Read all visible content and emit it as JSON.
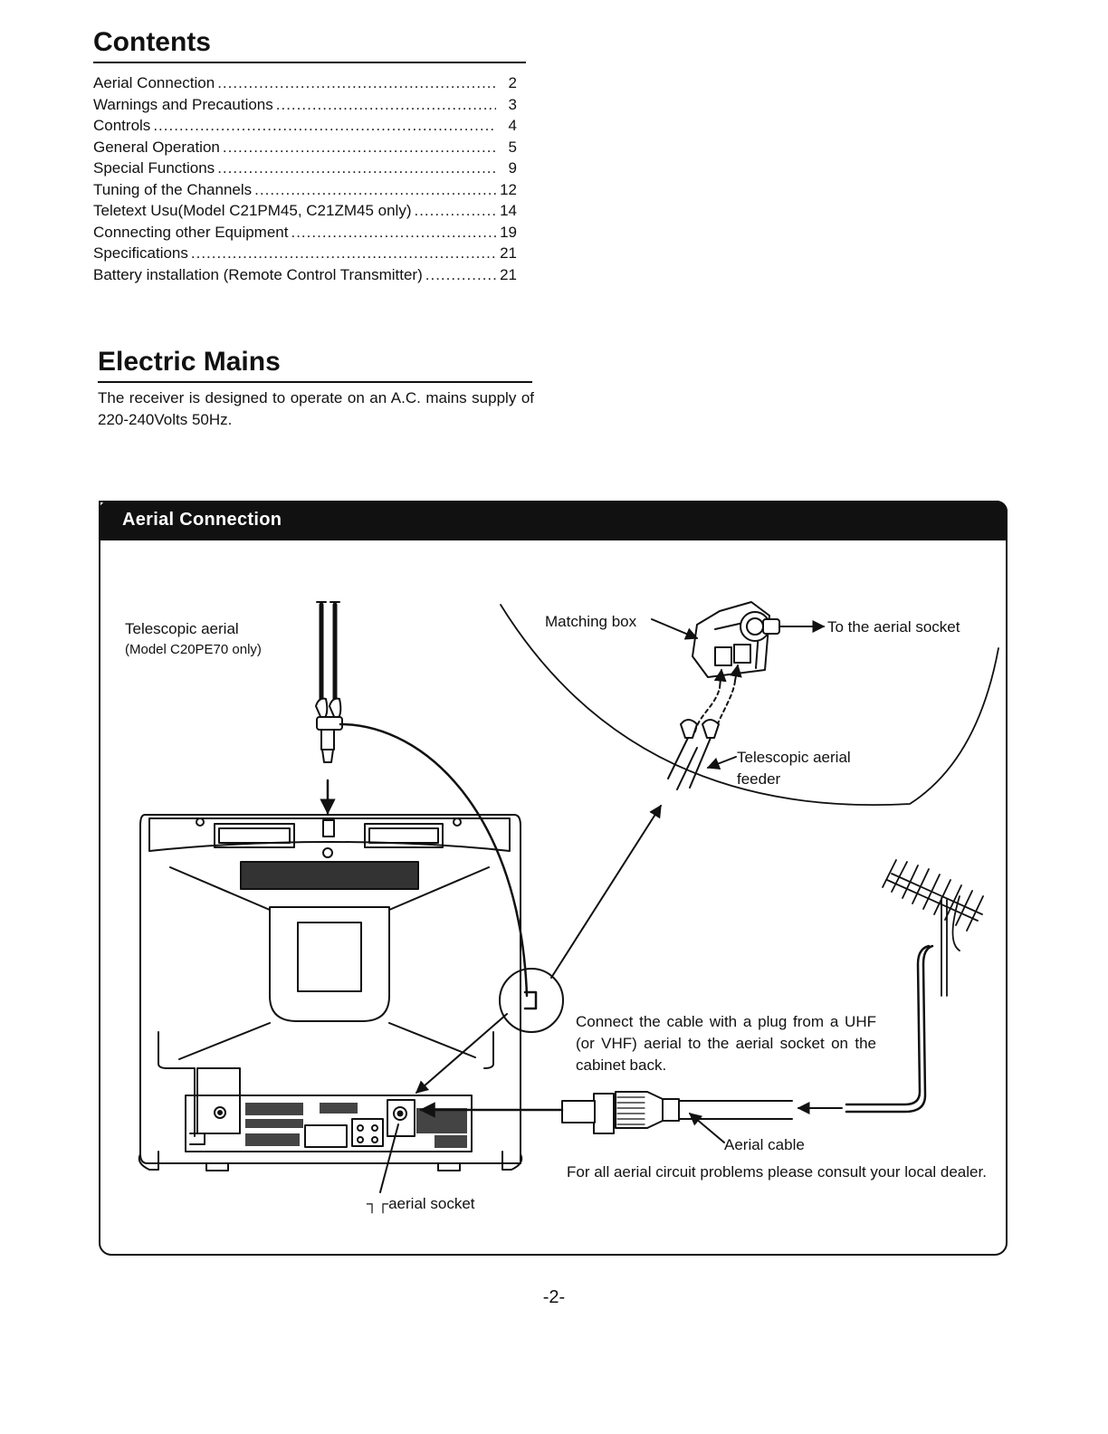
{
  "contents": {
    "heading": "Contents",
    "entries": [
      {
        "label": "Aerial Connection",
        "page": "2"
      },
      {
        "label": "Warnings and Precautions",
        "page": "3"
      },
      {
        "label": "Controls",
        "page": "4"
      },
      {
        "label": "General Operation",
        "page": "5"
      },
      {
        "label": "Special Functions",
        "page": "9"
      },
      {
        "label": "Tuning of the Channels",
        "page": "12"
      },
      {
        "label": "Teletext Usu(Model C21PM45, C21ZM45 only)",
        "page": "14"
      },
      {
        "label": "Connecting other Equipment",
        "page": "19"
      },
      {
        "label": "Specifications",
        "page": "21"
      },
      {
        "label": "Battery installation (Remote Control Transmitter)",
        "page": "21"
      }
    ]
  },
  "mains": {
    "heading": "Electric Mains",
    "body": "The receiver is designed to operate on an A.C. mains supply of 220-240Volts 50Hz."
  },
  "aerial": {
    "title": "Aerial Connection",
    "labels": {
      "telescopic": "Telescopic aerial",
      "model_note": "(Model C20PE70 only)",
      "matching_box": "Matching box",
      "to_socket": "To the aerial socket",
      "feeder_line1": "Telescopic aerial",
      "feeder_line2": "feeder",
      "aerial_cable": "Aerial cable",
      "aerial_socket": "aerial socket"
    },
    "instruction": "Connect the cable with a plug from a UHF (or VHF) aerial to the aerial socket on the cabinet back.",
    "dealer_note": "For all aerial circuit problems please consult your local dealer."
  },
  "page_number": "-2-"
}
